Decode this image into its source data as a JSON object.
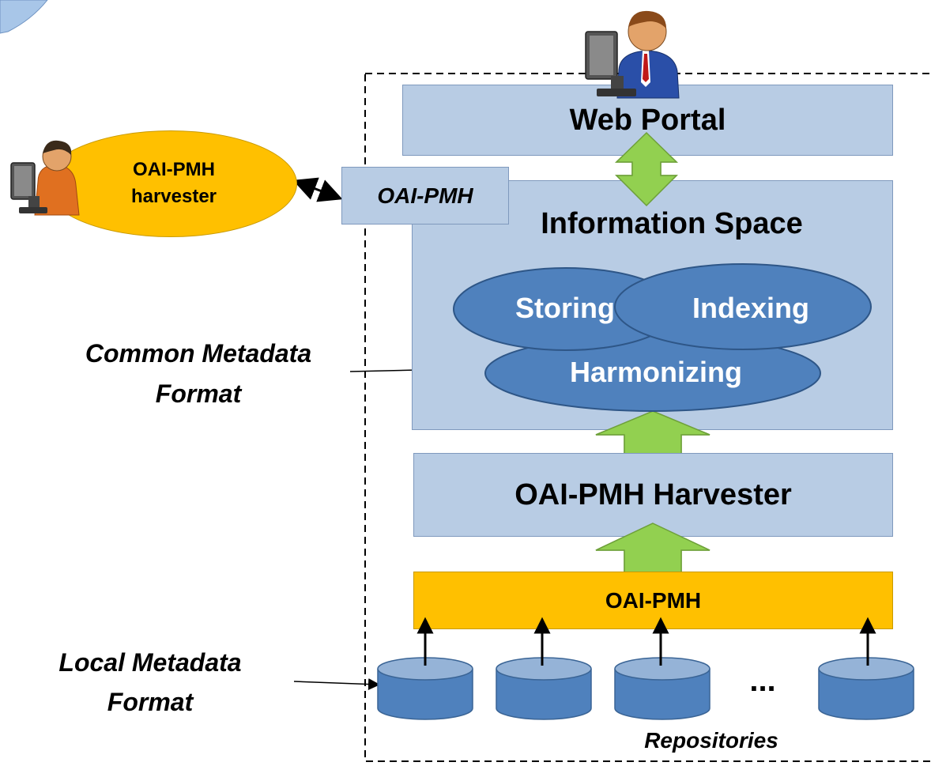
{
  "boundary": {
    "style": "dashed",
    "color": "#000000"
  },
  "web_portal": {
    "label": "Web Portal"
  },
  "external_harvester": {
    "label_line1": "OAI-PMH",
    "label_line2": "harvester",
    "color": "#ffc000"
  },
  "oai_pmh_interface": {
    "label": "OAI-PMH"
  },
  "information_space": {
    "label": "Information Space",
    "processes": {
      "storing": "Storing",
      "indexing": "Indexing",
      "harmonizing": "Harmonizing"
    },
    "ellipse_color": "#4f81bd"
  },
  "harvester_box": {
    "label": "OAI-PMH Harvester"
  },
  "oai_pmh_bar": {
    "label": "OAI-PMH",
    "color": "#ffc000"
  },
  "repositories": {
    "caption": "Repositories",
    "ellipsis": "...",
    "color": "#4f81bd"
  },
  "annotations": {
    "common_line1": "Common Metadata",
    "common_line2": "Format",
    "local_line1": "Local Metadata",
    "local_line2": "Format"
  },
  "arrow_color": "#92d050",
  "box_color": "#b8cce4"
}
